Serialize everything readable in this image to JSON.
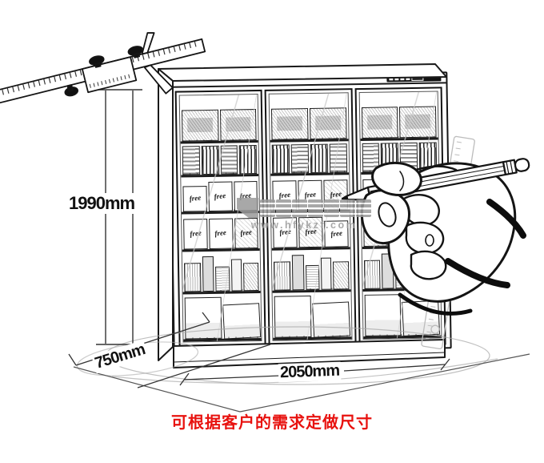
{
  "caption": {
    "text": "可根据客户的需求定做尺寸",
    "color": "#e8120f"
  },
  "dimensions": {
    "height": {
      "label": "1990mm"
    },
    "depth": {
      "label": "750mm"
    },
    "width": {
      "label": "2050mm"
    }
  },
  "watermark": {
    "url": "www.hfykzf.com"
  },
  "fridge": {
    "door_count": 3,
    "product_label": "free",
    "control_panel_lights": 4,
    "shelves": [
      {
        "type": "labeled-boxes",
        "items": 2,
        "flex": 1.0
      },
      {
        "type": "striped-cartons",
        "items": 4,
        "flex": 0.9
      },
      {
        "type": "free-packs",
        "items": 3,
        "flex": 1.0
      },
      {
        "type": "free-packs",
        "items": 3,
        "flex": 1.0
      },
      {
        "type": "mixed-small",
        "items": 5,
        "flex": 1.15
      },
      {
        "type": "white-boxes",
        "items": 2,
        "flex": 1.3
      }
    ]
  }
}
